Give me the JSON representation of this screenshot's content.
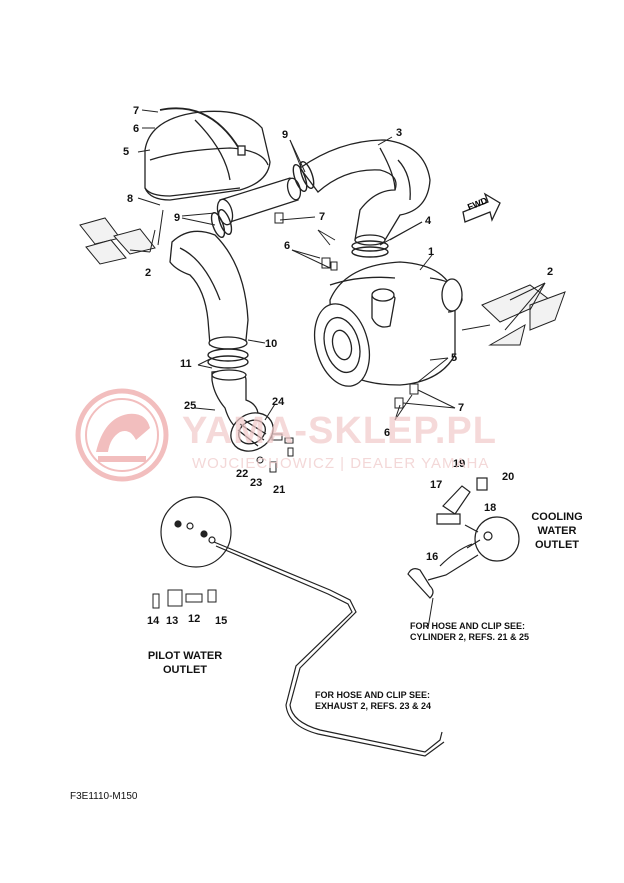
{
  "watermark": {
    "brand": "YAMA-SKLEP.PL",
    "tagline": "WOJCIECHOWICZ | DEALER YAMAHA",
    "color": "#e88a8a"
  },
  "callouts": {
    "c7a": "7",
    "c6a": "6",
    "c5a": "5",
    "c8": "8",
    "c9a": "9",
    "c9b": "9",
    "c3": "3",
    "c7b": "7",
    "c6b": "6",
    "c4": "4",
    "c1": "1",
    "c2a": "2",
    "c2b": "2",
    "c10": "10",
    "c11": "11",
    "c5b": "5",
    "c25": "25",
    "c24": "24",
    "c7c": "7",
    "c6c": "6",
    "c22": "22",
    "c23": "23",
    "c21": "21",
    "c19": "19",
    "c20": "20",
    "c17": "17",
    "c18": "18",
    "c16": "16",
    "c14": "14",
    "c13": "13",
    "c12": "12",
    "c15": "15"
  },
  "fwd_label": "FWD",
  "headings": {
    "cooling": [
      "COOLING",
      "WATER",
      "OUTLET"
    ],
    "pilot": [
      "PILOT WATER",
      "OUTLET"
    ]
  },
  "notes": {
    "cylinder": [
      "FOR HOSE AND CLIP SEE:",
      "CYLINDER 2, REFS. 21 & 25"
    ],
    "exhaust": [
      "FOR HOSE AND CLIP SEE:",
      "EXHAUST 2, REFS. 23 & 24"
    ]
  },
  "drawing_code": "F3E1110-M150"
}
